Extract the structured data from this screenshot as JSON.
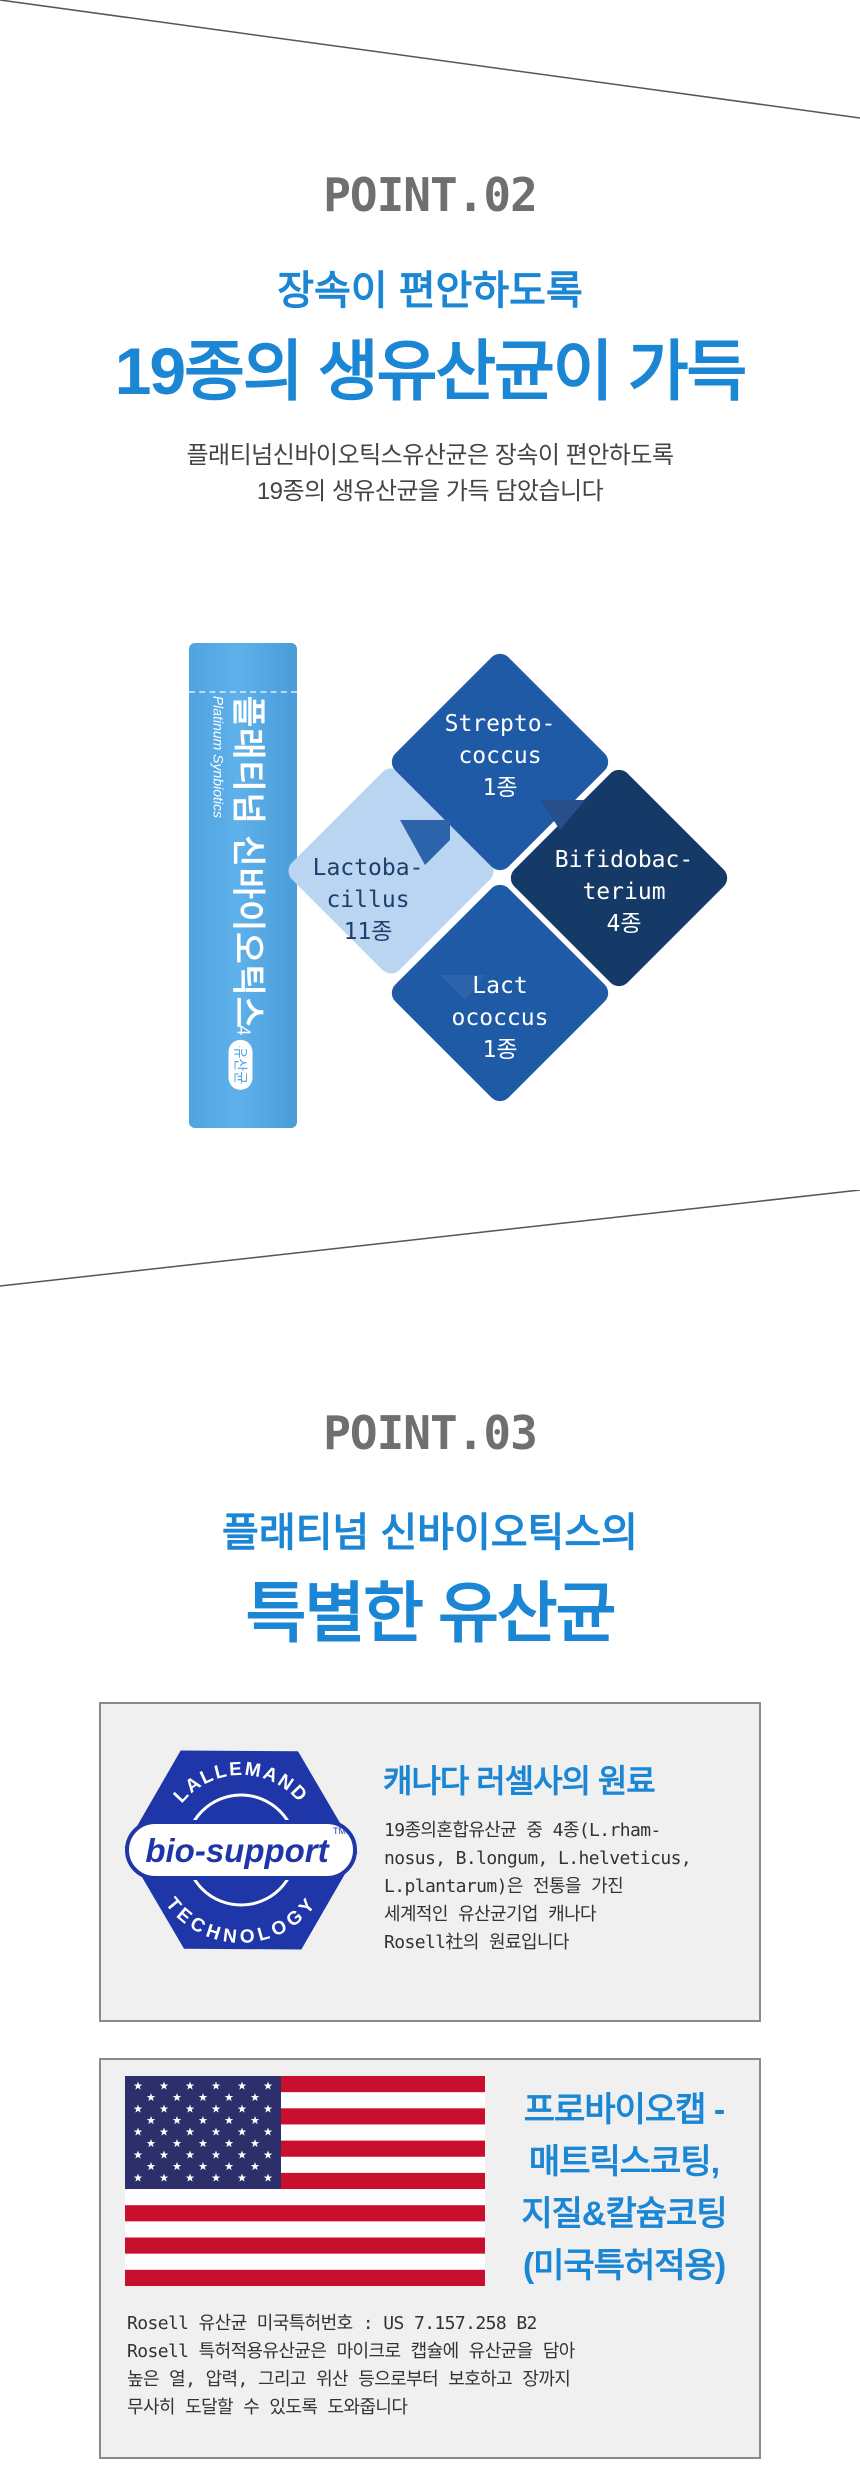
{
  "point02": {
    "label": "POINT.02",
    "subheading": "장속이 편안하도록",
    "heading": "19종의 생유산균이 가득",
    "desc_line1": "플래티넘신바이오틱스유산균은  장속이  편안하도록",
    "desc_line2": "19종의  생유산균을  가득  담았습니다"
  },
  "product": {
    "name": "플래티넘 신바이오틱스",
    "english": "Platinum Synbiotics",
    "badge": "유산균",
    "weight": "4 g",
    "color": "#52a6e3"
  },
  "diagram": {
    "strepto": {
      "line1": "Strepto-",
      "line2": "coccus",
      "line3": "1종",
      "color": "#1f5aa6"
    },
    "bifido": {
      "line1": "Bifidobac-",
      "line2": "terium",
      "line3": "4종",
      "color": "#163a67"
    },
    "lacto": {
      "line1": "Lactoba-",
      "line2": "cillus",
      "line3": "11종",
      "color": "#b9d5f2"
    },
    "lactococcus": {
      "line1": "Lact",
      "line2": "ococcus",
      "line3": "1종",
      "color": "#1f5aa6"
    }
  },
  "point03": {
    "label": "POINT.03",
    "subheading": "플래티넘 신바이오틱스의",
    "heading": "특별한 유산균"
  },
  "box1": {
    "logo_top": "LALLEMAND",
    "logo_middle": "bio-support",
    "logo_tm": "TM",
    "logo_bottom": "TECHNOLOGY",
    "title": "캐나다 러셀사의 원료",
    "body1": "19종의혼합유산균 중 4종(L.rham-",
    "body2": "nosus, B.longum, L.helveticus,",
    "body3": "L.plantarum)은 전통을 가진",
    "body4": "세계적인 유산균기업 캐나다",
    "body5": "Rosell社의 원료입니다"
  },
  "box2": {
    "title1": "프로바이오캡 -",
    "title2": "매트릭스코팅,",
    "title3": "지질&칼슘코팅",
    "title4": "(미국특허적용)",
    "body1": "Rosell 유산균 미국특허번호 : US 7.157.258 B2",
    "body2": "Rosell 특허적용유산균은 마이크로 캡슐에 유산균을 담아",
    "body3": "높은 열, 압력, 그리고 위산 등으로부터 보호하고 장까지",
    "body4": "무사히 도달할 수 있도록 도와줍니다"
  },
  "colors": {
    "accent": "#1a86d4",
    "flag_red": "#c8102e",
    "flag_blue": "#2d2f6b",
    "logo_blue": "#1f36a8"
  }
}
